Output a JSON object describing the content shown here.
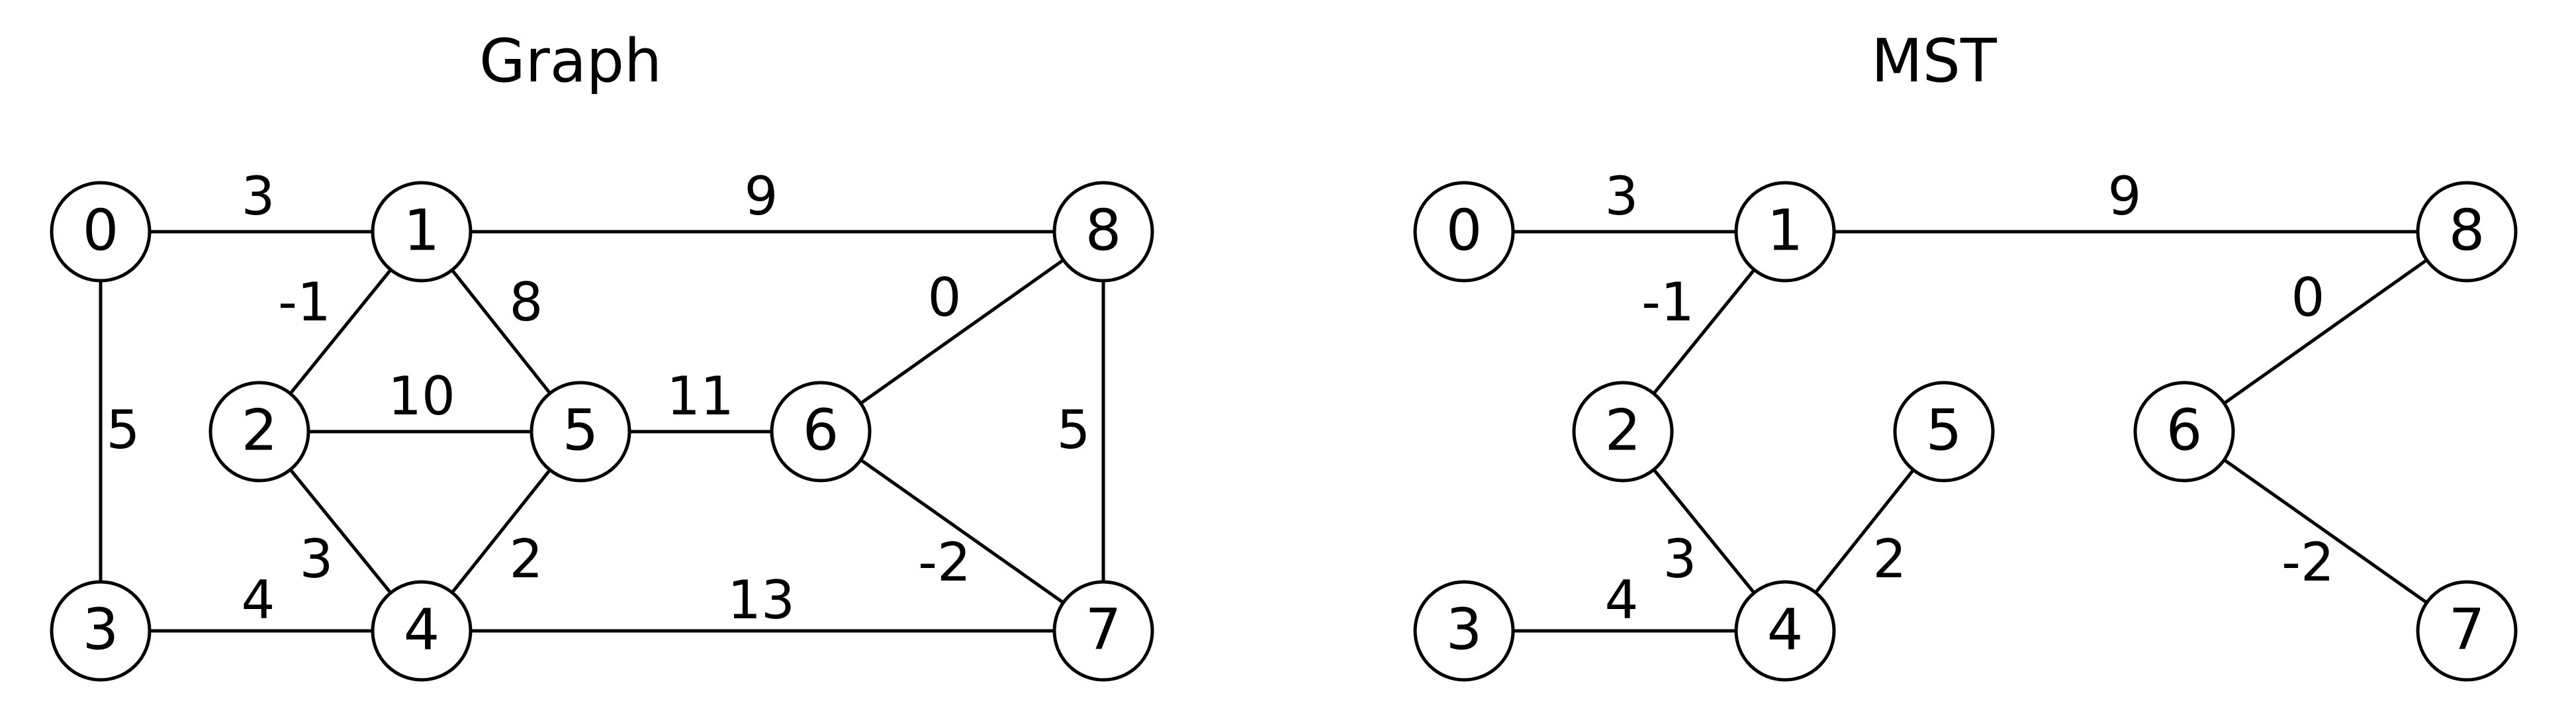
{
  "graph": {
    "title": "Graph",
    "nodes": [
      "0",
      "1",
      "2",
      "3",
      "4",
      "5",
      "6",
      "7",
      "8"
    ],
    "edges": [
      {
        "from": "0",
        "to": "1",
        "weight": "3"
      },
      {
        "from": "1",
        "to": "8",
        "weight": "9"
      },
      {
        "from": "0",
        "to": "3",
        "weight": "5"
      },
      {
        "from": "1",
        "to": "2",
        "weight": "-1"
      },
      {
        "from": "1",
        "to": "5",
        "weight": "8"
      },
      {
        "from": "2",
        "to": "5",
        "weight": "10"
      },
      {
        "from": "5",
        "to": "6",
        "weight": "11"
      },
      {
        "from": "6",
        "to": "8",
        "weight": "0"
      },
      {
        "from": "8",
        "to": "7",
        "weight": "5"
      },
      {
        "from": "2",
        "to": "4",
        "weight": "3"
      },
      {
        "from": "5",
        "to": "4",
        "weight": "2"
      },
      {
        "from": "3",
        "to": "4",
        "weight": "4"
      },
      {
        "from": "4",
        "to": "7",
        "weight": "13"
      },
      {
        "from": "6",
        "to": "7",
        "weight": "-2"
      }
    ]
  },
  "mst": {
    "title": "MST",
    "nodes": [
      "0",
      "1",
      "2",
      "3",
      "4",
      "5",
      "6",
      "7",
      "8"
    ],
    "edges": [
      {
        "from": "0",
        "to": "1",
        "weight": "3"
      },
      {
        "from": "1",
        "to": "8",
        "weight": "9"
      },
      {
        "from": "1",
        "to": "2",
        "weight": "-1"
      },
      {
        "from": "8",
        "to": "6",
        "weight": "0"
      },
      {
        "from": "2",
        "to": "4",
        "weight": "3"
      },
      {
        "from": "5",
        "to": "4",
        "weight": "2"
      },
      {
        "from": "3",
        "to": "4",
        "weight": "4"
      },
      {
        "from": "6",
        "to": "7",
        "weight": "-2"
      }
    ]
  }
}
